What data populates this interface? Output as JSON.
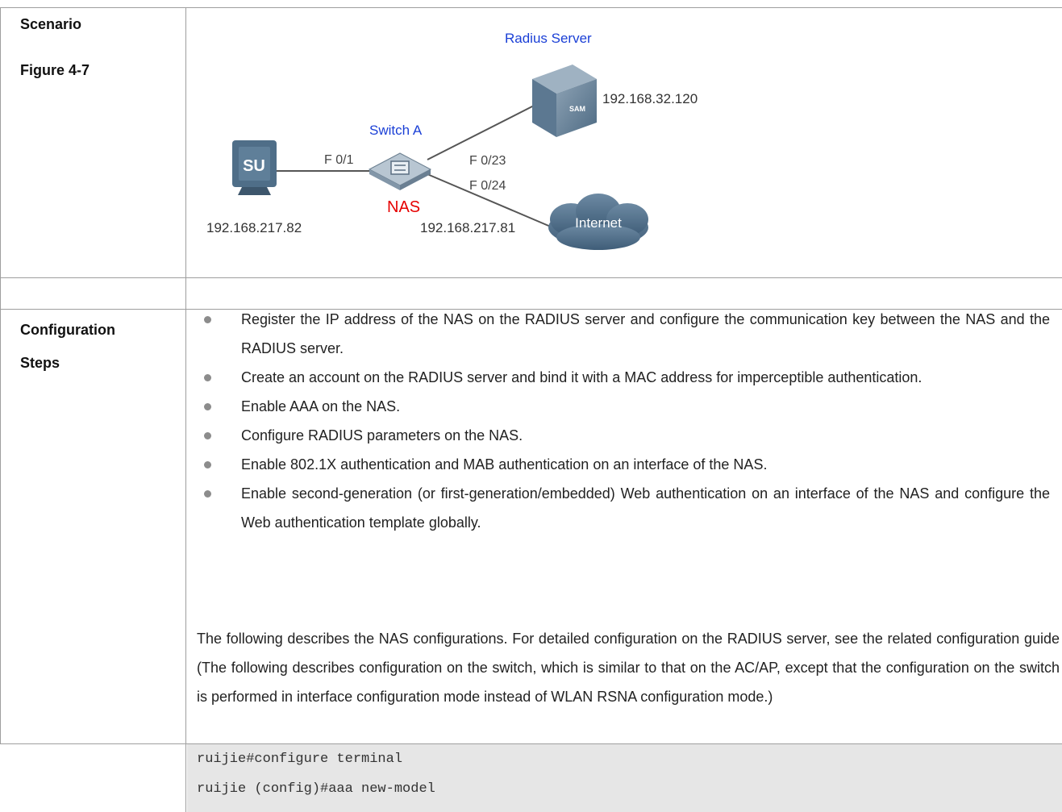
{
  "labels": {
    "scenario": "Scenario",
    "figure": "Figure 4-7",
    "configuration": "Configuration",
    "steps": "Steps"
  },
  "diagram": {
    "radius_server_title": "Radius Server",
    "radius_ip": "192.168.32.120",
    "switch_title": "Switch A",
    "nas_label": "NAS",
    "client_ip": "192.168.217.82",
    "nas_ip": "192.168.217.81",
    "port_client": "F 0/1",
    "port_radius": "F 0/23",
    "port_internet": "F 0/24",
    "internet_label": "Internet",
    "su_badge": "SU",
    "sam_badge": "SAM",
    "colors": {
      "blue_label": "#1a3fd6",
      "nas_red": "#e60000",
      "device": "#4f6e88"
    }
  },
  "steps": [
    "Register the IP address of the NAS on the RADIUS server and configure the communication key between the NAS and the RADIUS server.",
    "Create an account on the RADIUS server and bind it with a MAC address for imperceptible authentication.",
    "Enable AAA on the NAS.",
    "Configure RADIUS parameters on the NAS.",
    "Enable 802.1X authentication and MAB authentication on an interface of the NAS.",
    "Enable second-generation (or first-generation/embedded) Web authentication on an interface of the NAS and configure the Web authentication template globally."
  ],
  "description": "The following describes the NAS configurations. For detailed configuration on the RADIUS server, see the related configuration guide (The following describes configuration on the switch, which is similar to that on the AC/AP, except that the configuration on the switch is performed in interface configuration mode instead of WLAN RSNA configuration mode.)",
  "code_lines": [
    "ruijie#configure terminal",
    "ruijie (config)#aaa new-model"
  ]
}
